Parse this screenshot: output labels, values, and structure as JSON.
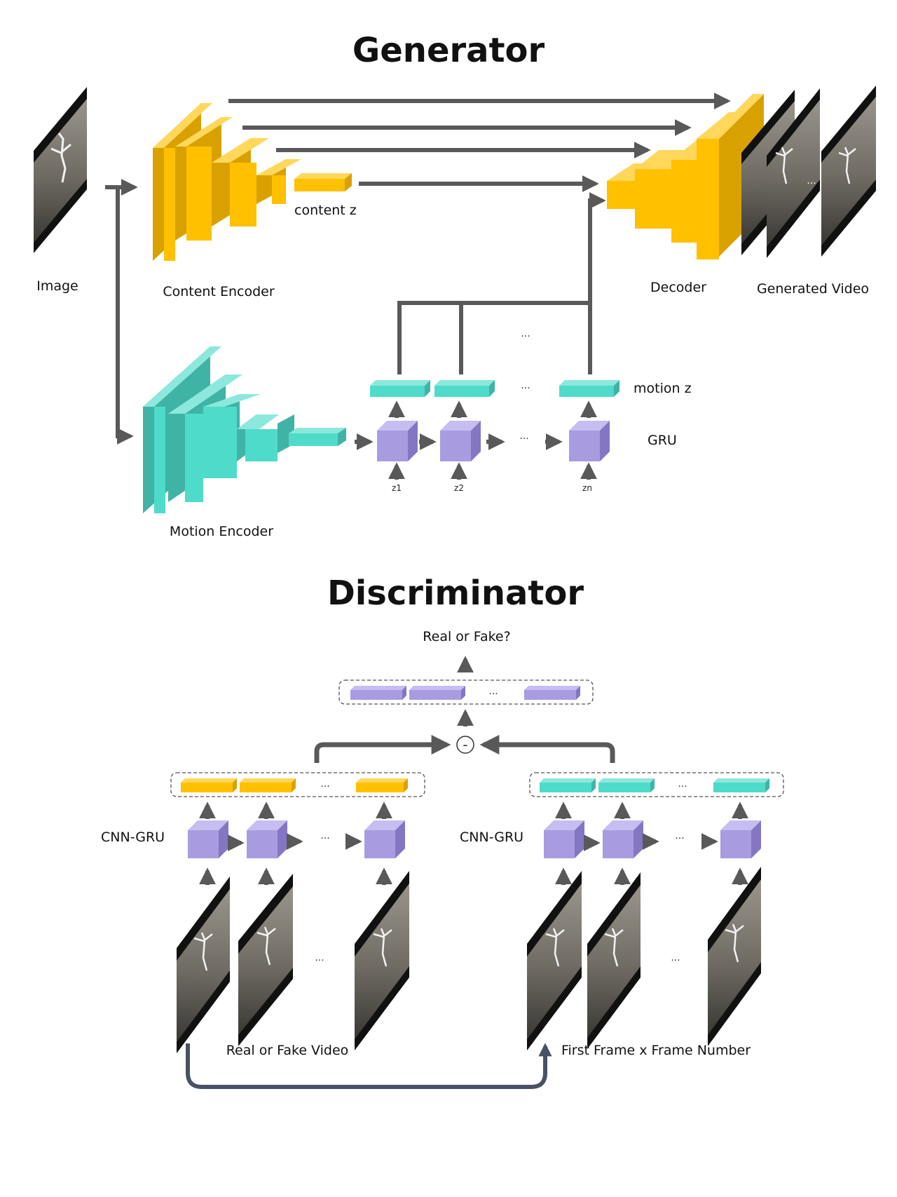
{
  "generator": {
    "title": "Generator",
    "image_label": "Image",
    "content_encoder_label": "Content Encoder",
    "content_z_label": "content z",
    "decoder_label": "Decoder",
    "generated_video_label": "Generated Video",
    "motion_encoder_label": "Motion Encoder",
    "motion_z_label": "motion z",
    "gru_label": "GRU",
    "z_labels": [
      "z1",
      "z2",
      "zn"
    ],
    "ellipsis": "..."
  },
  "discriminator": {
    "title": "Discriminator",
    "output_label": "Real  or  Fake?",
    "subtract_symbol": "-",
    "cnn_gru_left": "CNN-GRU",
    "cnn_gru_right": "CNN-GRU",
    "real_fake_video_label": "Real  or  Fake Video",
    "first_frame_label": "First Frame x  Frame Number",
    "ellipsis": "..."
  },
  "colors": {
    "content": "#FFC000",
    "motion": "#4FDBC9",
    "gru": "#A99BE0",
    "arrow": "#595959",
    "bracket": "#475364"
  }
}
